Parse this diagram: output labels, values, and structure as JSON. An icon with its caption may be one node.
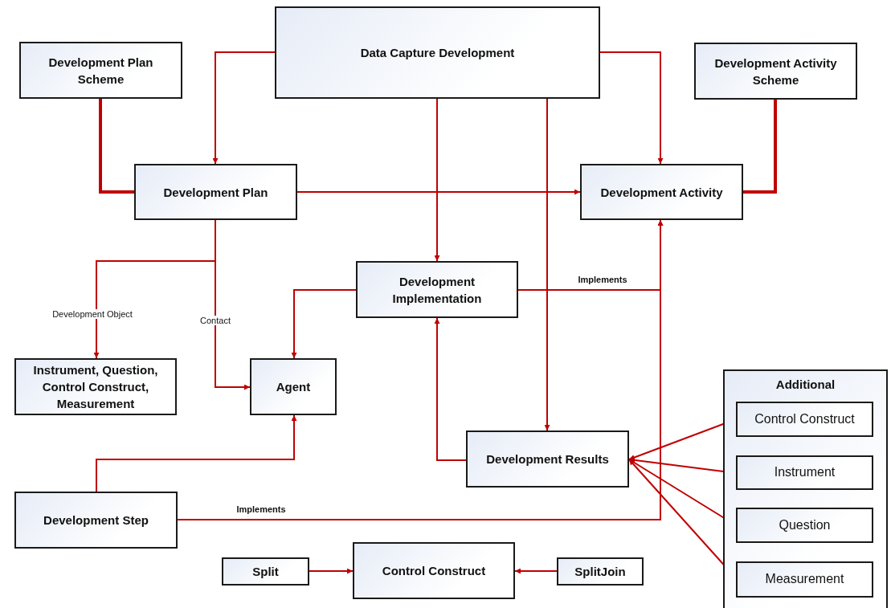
{
  "diagram": {
    "nodes": [
      {
        "text": [
          "Data Capture Development"
        ]
      },
      {
        "text": [
          "Development Plan Scheme"
        ]
      },
      {
        "text": [
          "Development Activity Scheme"
        ]
      },
      {
        "text": [
          "Development Plan"
        ]
      },
      {
        "text": [
          "Development Activity"
        ]
      },
      {
        "text": [
          "Development Implementation"
        ]
      },
      {
        "text": [
          "Instrument, Question, Control Construct, Measurement"
        ]
      },
      {
        "text": [
          "Agent"
        ]
      },
      {
        "text": [
          "Development Results"
        ]
      },
      {
        "text": [
          "Additional"
        ]
      },
      {
        "text": [
          "Control Construct"
        ],
        "in": 9
      },
      {
        "text": [
          "Instrument"
        ],
        "in": 9
      },
      {
        "text": [
          "Question"
        ],
        "in": 9
      },
      {
        "text": [
          "Measurement"
        ],
        "in": 9
      },
      {
        "text": [
          "Development Step"
        ]
      },
      {
        "text": [
          "Split"
        ]
      },
      {
        "text": [
          "Control Construct"
        ]
      },
      {
        "text": [
          "SplitJoin"
        ]
      }
    ],
    "edges": [
      {
        "from": 0,
        "to": 3,
        "arrow": "to"
      },
      {
        "from": 0,
        "to": 4,
        "arrow": "to"
      },
      {
        "from": 0,
        "to": 5,
        "arrow": "to"
      },
      {
        "from": 0,
        "to": 8,
        "arrow": "to"
      },
      {
        "from": 1,
        "to": 3,
        "arrow": "none",
        "style": "thick"
      },
      {
        "from": 2,
        "to": 4,
        "arrow": "none",
        "style": "thick"
      },
      {
        "from": 3,
        "to": 4,
        "arrow": "to"
      },
      {
        "from": 3,
        "to": 6,
        "arrow": "to",
        "label": "Development Object"
      },
      {
        "from": 3,
        "to": 7,
        "arrow": "to",
        "label": "Contact"
      },
      {
        "from": 5,
        "to": 7,
        "arrow": "to"
      },
      {
        "from": 5,
        "to": 4,
        "arrow": "to",
        "label": "Implements"
      },
      {
        "from": 8,
        "to": 5,
        "arrow": "to"
      },
      {
        "from": 14,
        "to": 7,
        "arrow": "to"
      },
      {
        "from": 14,
        "to": 4,
        "arrow": "to",
        "label": "Implements"
      },
      {
        "from": 10,
        "to": 8,
        "arrow": "to"
      },
      {
        "from": 11,
        "to": 8,
        "arrow": "to"
      },
      {
        "from": 12,
        "to": 8,
        "arrow": "to"
      },
      {
        "from": 13,
        "to": 8,
        "arrow": "to"
      },
      {
        "from": 15,
        "to": 16,
        "arrow": "to"
      },
      {
        "from": 17,
        "to": 16,
        "arrow": "to"
      }
    ]
  }
}
